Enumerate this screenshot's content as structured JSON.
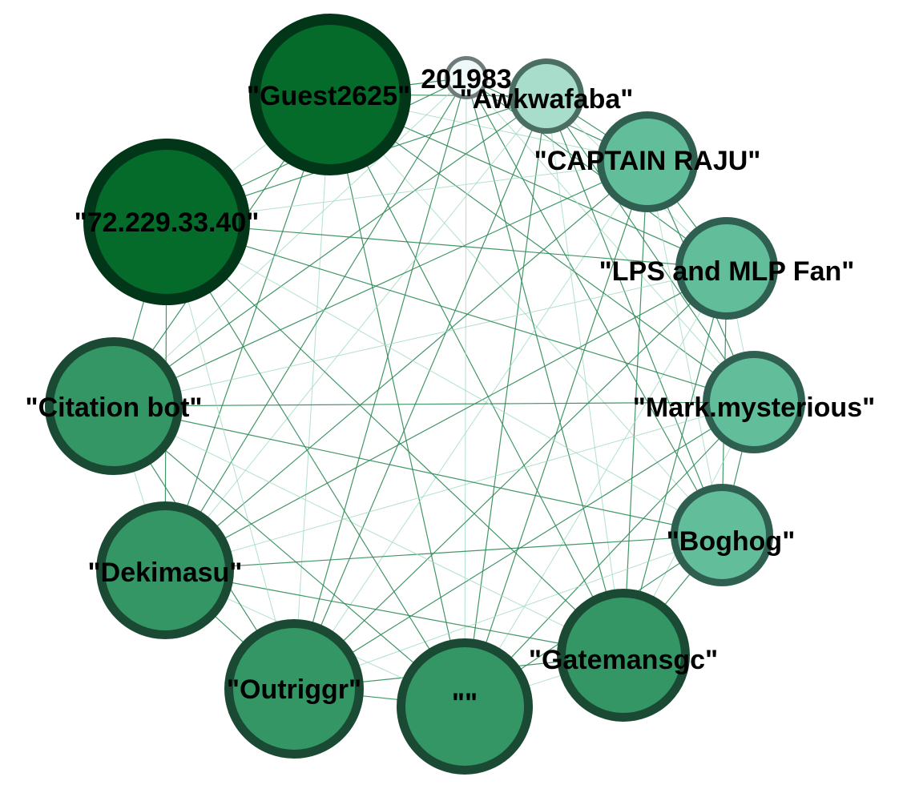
{
  "colors": {
    "background": "#ffffff",
    "edge_dark": "#2e8b57",
    "edge_light": "#9fd8c2",
    "label": "#000000"
  },
  "nodes": [
    {
      "id": "guest2625",
      "label": "\"Guest2625\"",
      "fill": "#046b2a",
      "stroke": "#023618"
    },
    {
      "id": "n201983",
      "label": "201983",
      "fill": "#eef8f8",
      "stroke": "#6f7a7a"
    },
    {
      "id": "awkwafaba",
      "label": "\"Awkwafaba\"",
      "fill": "#a8dccb",
      "stroke": "#4a6e62"
    },
    {
      "id": "captain-raju",
      "label": "\"CAPTAIN RAJU\"",
      "fill": "#62bd9a",
      "stroke": "#2f5f50"
    },
    {
      "id": "lps-mlp-fan",
      "label": "\"LPS and MLP Fan\"",
      "fill": "#62bd9a",
      "stroke": "#2f5f50"
    },
    {
      "id": "mark-mysterious",
      "label": "\"Mark.mysterious\"",
      "fill": "#62bd9a",
      "stroke": "#2f5f50"
    },
    {
      "id": "boghog",
      "label": "\"Boghog\"",
      "fill": "#62bd9a",
      "stroke": "#2f5f50"
    },
    {
      "id": "gatemansgc",
      "label": "\"Gatemansgc\"",
      "fill": "#339664",
      "stroke": "#1a4a33"
    },
    {
      "id": "empty",
      "label": "\"\"",
      "fill": "#339664",
      "stroke": "#1a4a33"
    },
    {
      "id": "outriggr",
      "label": "\"Outriggr\"",
      "fill": "#339664",
      "stroke": "#1a4a33"
    },
    {
      "id": "dekimasu",
      "label": "\"Dekimasu\"",
      "fill": "#339664",
      "stroke": "#1a4a33"
    },
    {
      "id": "citation-bot",
      "label": "\"Citation bot\"",
      "fill": "#339664",
      "stroke": "#1a4a33"
    },
    {
      "id": "ip-72-229-33-40",
      "label": "\"72.229.33.40\"",
      "fill": "#046b2a",
      "stroke": "#023618"
    }
  ]
}
